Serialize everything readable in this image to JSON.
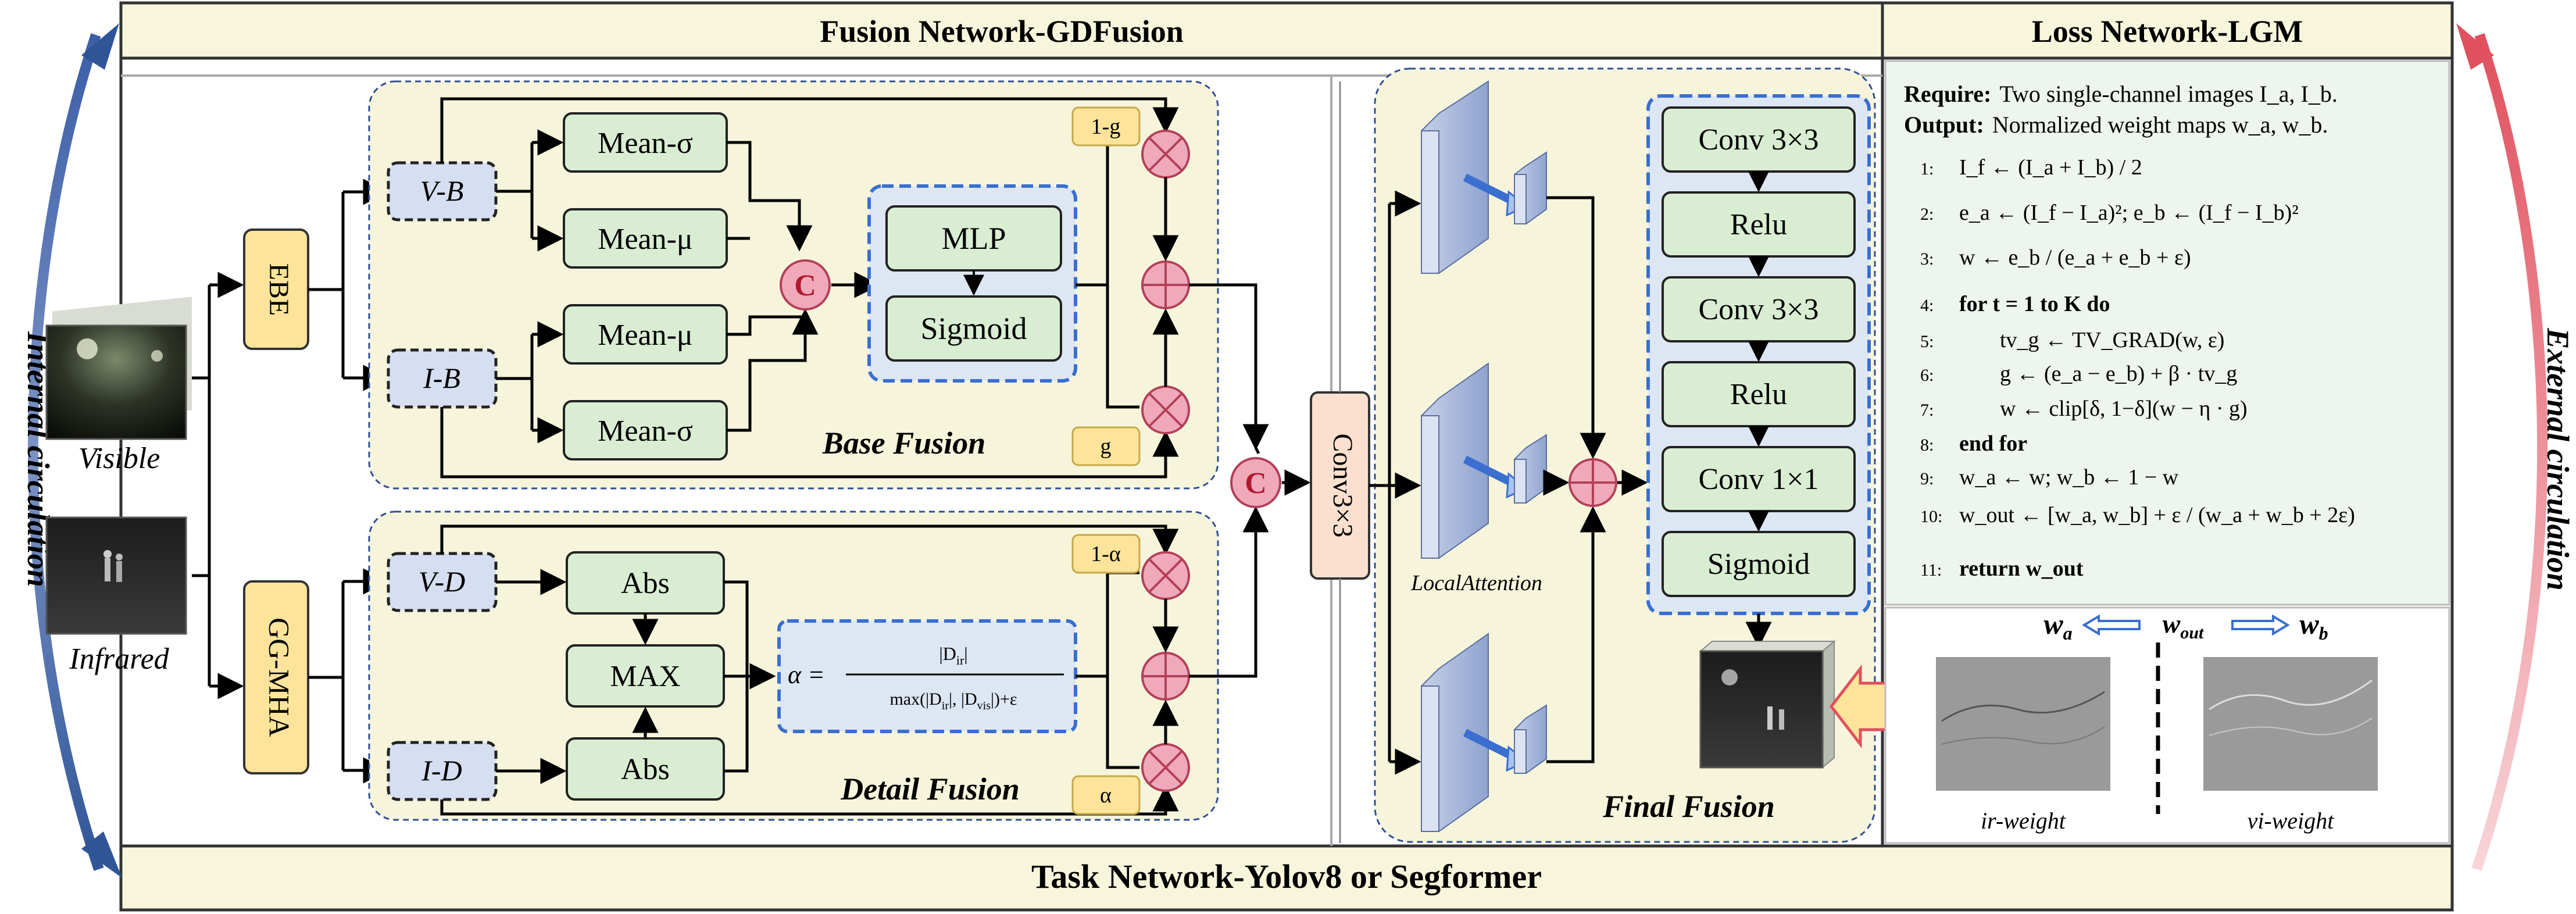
{
  "headers": {
    "fusion": "Fusion Network-GDFusion",
    "loss": "Loss Network-LGM",
    "task": "Task Network-Yolov8 or Segformer"
  },
  "side_labels": {
    "internal": "Internal circulation",
    "external": "External circulation"
  },
  "inputs": {
    "visible": "Visible",
    "infrared": "Infrared"
  },
  "modules": {
    "ebe": "EBE",
    "ggmha": "GG-MHA",
    "vb": "V-B",
    "ib": "I-B",
    "vd": "V-D",
    "id": "I-D",
    "mean_sigma_1": "Mean-σ",
    "mean_mu_1": "Mean-μ",
    "mean_mu_2": "Mean-μ",
    "mean_sigma_2": "Mean-σ",
    "mlp": "MLP",
    "sigmoid": "Sigmoid",
    "abs_1": "Abs",
    "max": "MAX",
    "abs_2": "Abs",
    "concat": "C",
    "conv_mid": "Conv3×3",
    "one_minus_g": "1-g",
    "g": "g",
    "one_minus_alpha": "1-α",
    "alpha": "α"
  },
  "formula": {
    "lhs": "α =",
    "numerator": "|D",
    "numerator_sub": "ir",
    "numerator_end": "|",
    "denominator": "max(|D",
    "den_sub1": "ir",
    "den_mid": "|, |D",
    "den_sub2": "vis",
    "den_end": "|)+ε"
  },
  "section_titles": {
    "base": "Base Fusion",
    "detail": "Detail Fusion",
    "final": "Final Fusion",
    "local_attention": "LocalAttention"
  },
  "final_stack": [
    "Conv 3×3",
    "Relu",
    "Conv 3×3",
    "Relu",
    "Conv 1×1",
    "Sigmoid"
  ],
  "algorithm": {
    "require_label": "Require:",
    "require_text": "Two single-channel images I_a, I_b.",
    "output_label": "Output:",
    "output_text": "Normalized weight maps w_a, w_b.",
    "lines": [
      {
        "num": "1:",
        "text": "I_f ← (I_a + I_b) / 2"
      },
      {
        "num": "2:",
        "text": "e_a ← (I_f − I_a)²;   e_b ← (I_f − I_b)²"
      },
      {
        "num": "3:",
        "text": "w ← e_b / (e_a + e_b + ε)"
      },
      {
        "num": "4:",
        "text": "for t = 1 to K do"
      },
      {
        "num": "5:",
        "text": "tv_g ← TV_GRAD(w, ε)"
      },
      {
        "num": "6:",
        "text": "g ← (e_a − e_b) + β · tv_g"
      },
      {
        "num": "7:",
        "text": "w ← clip[δ, 1−δ](w − η · g)"
      },
      {
        "num": "8:",
        "text": "end for"
      },
      {
        "num": "9:",
        "text": "w_a ← w;   w_b ← 1 − w"
      },
      {
        "num": "10:",
        "text": "w_out ← [w_a, w_b] + ε / (w_a + w_b + 2ε)"
      },
      {
        "num": "11:",
        "text": "return w_out"
      }
    ]
  },
  "weights": {
    "wa": "w_a",
    "wout": "w_out",
    "wb": "w_b",
    "ir": "ir-weight",
    "vi": "vi-weight"
  },
  "colors": {
    "header_bg": "#f7f6dc",
    "panel_bg": "#f6f5dc",
    "algo_bg": "#eef5ee",
    "green_box": "#d9edd3",
    "yellow_box": "#fde49a",
    "blue_box": "#d6dff2",
    "pink_circle": "#f0a9ba",
    "conv_peach": "#fbe0cf",
    "internal_arrow": "#2f5597",
    "external_arrow": "#e0505e",
    "dashed_blue": "#3a6fcf"
  }
}
